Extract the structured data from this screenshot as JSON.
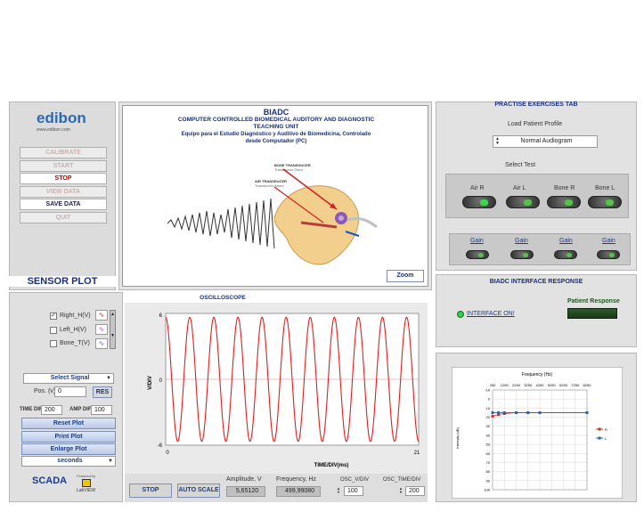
{
  "left_panel": {
    "logo_text": "edibon",
    "logo_url": "www.edibon.com",
    "buttons": [
      "CALIBRATE",
      "START",
      "STOP",
      "VIEW DATA",
      "SAVE DATA",
      "QUIT"
    ],
    "sensor_plot_label": "SENSOR PLOT"
  },
  "center_header": {
    "title": "BIADC",
    "subtitle1": "COMPUTER CONTROLLED BIOMEDICAL AUDITORY AND DIAGNOSTIC",
    "subtitle2": "TEACHING UNIT",
    "spanish1": "Equipo para el Estudio Diagnóstico y Auditivo de Biomedicina, Controlado",
    "spanish2": "desde Computador (PC)",
    "bone_label": "BONE TRANSDUCER",
    "bone_label_es": "Transductor Óseo",
    "air_label": "AIR TRANSDUCER",
    "air_label_es": "Transductor Aéreo",
    "zoom_label": "Zoom"
  },
  "practise": {
    "tab_title": "PRACTISE EXERCISES TAB",
    "load_profile_label": "Load Patient Profile",
    "profile_value": "Normal Audiogram",
    "select_test_label": "Select Test",
    "tests": [
      "Air R",
      "Air L",
      "Bone R",
      "Bone L"
    ],
    "gain_label": "Gain"
  },
  "interface": {
    "title": "BIADC INTERFACE RESPONSE",
    "interface_on": "INTERFACE ON!",
    "patient_response": "Patient Response"
  },
  "oscilloscope": {
    "title": "OSCILLOSCOPE",
    "channels": [
      {
        "label": "Right_H(V)",
        "checked": true
      },
      {
        "label": "Left_H(V)",
        "checked": false
      },
      {
        "label": "Bone_T(V)",
        "checked": false
      }
    ],
    "y_label": "V/DIV",
    "x_label": "TIME/DIV(ms)",
    "y_ticks": [
      "6",
      "0",
      "-6"
    ],
    "x_ticks": [
      "0",
      "21"
    ],
    "select_signal": "Select Signal",
    "pos_label": "Pos. (v)",
    "pos_value": "0",
    "res_label": "RES",
    "time_diff_label": "TIME DIFF",
    "time_diff_value": "200",
    "amp_diff_label": "AMP DIFF",
    "amp_diff_value": "100",
    "reset_plot": "Reset Plot",
    "print_plot": "Print Plot",
    "enlarge_plot": "Enlarge Plot",
    "units_value": "seconds",
    "stop_btn": "STOP",
    "autoscale_btn": "AUTO SCALE",
    "amplitude_label": "Amplitude, V",
    "amplitude_value": "5,65120",
    "frequency_label": "Frequency, Hz",
    "frequency_value": "499,99080",
    "osc_vdiv_label": "OSC_V/DIV",
    "osc_vdiv_value": "100",
    "osc_timediv_label": "OSC_TIME/DIV",
    "osc_timediv_value": "200",
    "scada_text": "SCADA",
    "powered_by": "Powered by",
    "labview": "LabVIEW"
  },
  "colors": {
    "accent": "#1a3c8a",
    "trace": "#e02020",
    "header_blue": "#1a2f7a"
  },
  "chart_data": [
    {
      "type": "line",
      "title": "OSCILLOSCOPE",
      "xlabel": "TIME/DIV(ms)",
      "ylabel": "V/DIV",
      "xlim": [
        0,
        21
      ],
      "ylim": [
        -6,
        6
      ],
      "series": [
        {
          "name": "Right_H(V)",
          "amplitude": 5.6512,
          "cycles": 10.5
        }
      ]
    },
    {
      "type": "line",
      "title": "Frequency (Hz)",
      "xlabel": "Frequency (Hz)",
      "ylabel": "Intensity (dB)",
      "x_ticks": [
        "250",
        "1250",
        "2250",
        "3250",
        "4250",
        "5250",
        "6250",
        "7250",
        "8250"
      ],
      "y_ticks": [
        "-10",
        "0",
        "10",
        "20",
        "30",
        "40",
        "50",
        "60",
        "70",
        "80",
        "90",
        "100"
      ],
      "ylim": [
        -10,
        100
      ],
      "legend": [
        "R",
        "L"
      ],
      "series": [
        {
          "name": "R",
          "x": [
            250,
            750,
            1250,
            2250,
            3250,
            4250,
            8250
          ],
          "y": [
            19,
            17,
            16,
            15,
            15,
            15,
            15
          ]
        },
        {
          "name": "L",
          "x": [
            250,
            750,
            1250,
            2250,
            3250,
            4250,
            8250
          ],
          "y": [
            15,
            15,
            15,
            15,
            15,
            15,
            15
          ]
        }
      ]
    }
  ]
}
